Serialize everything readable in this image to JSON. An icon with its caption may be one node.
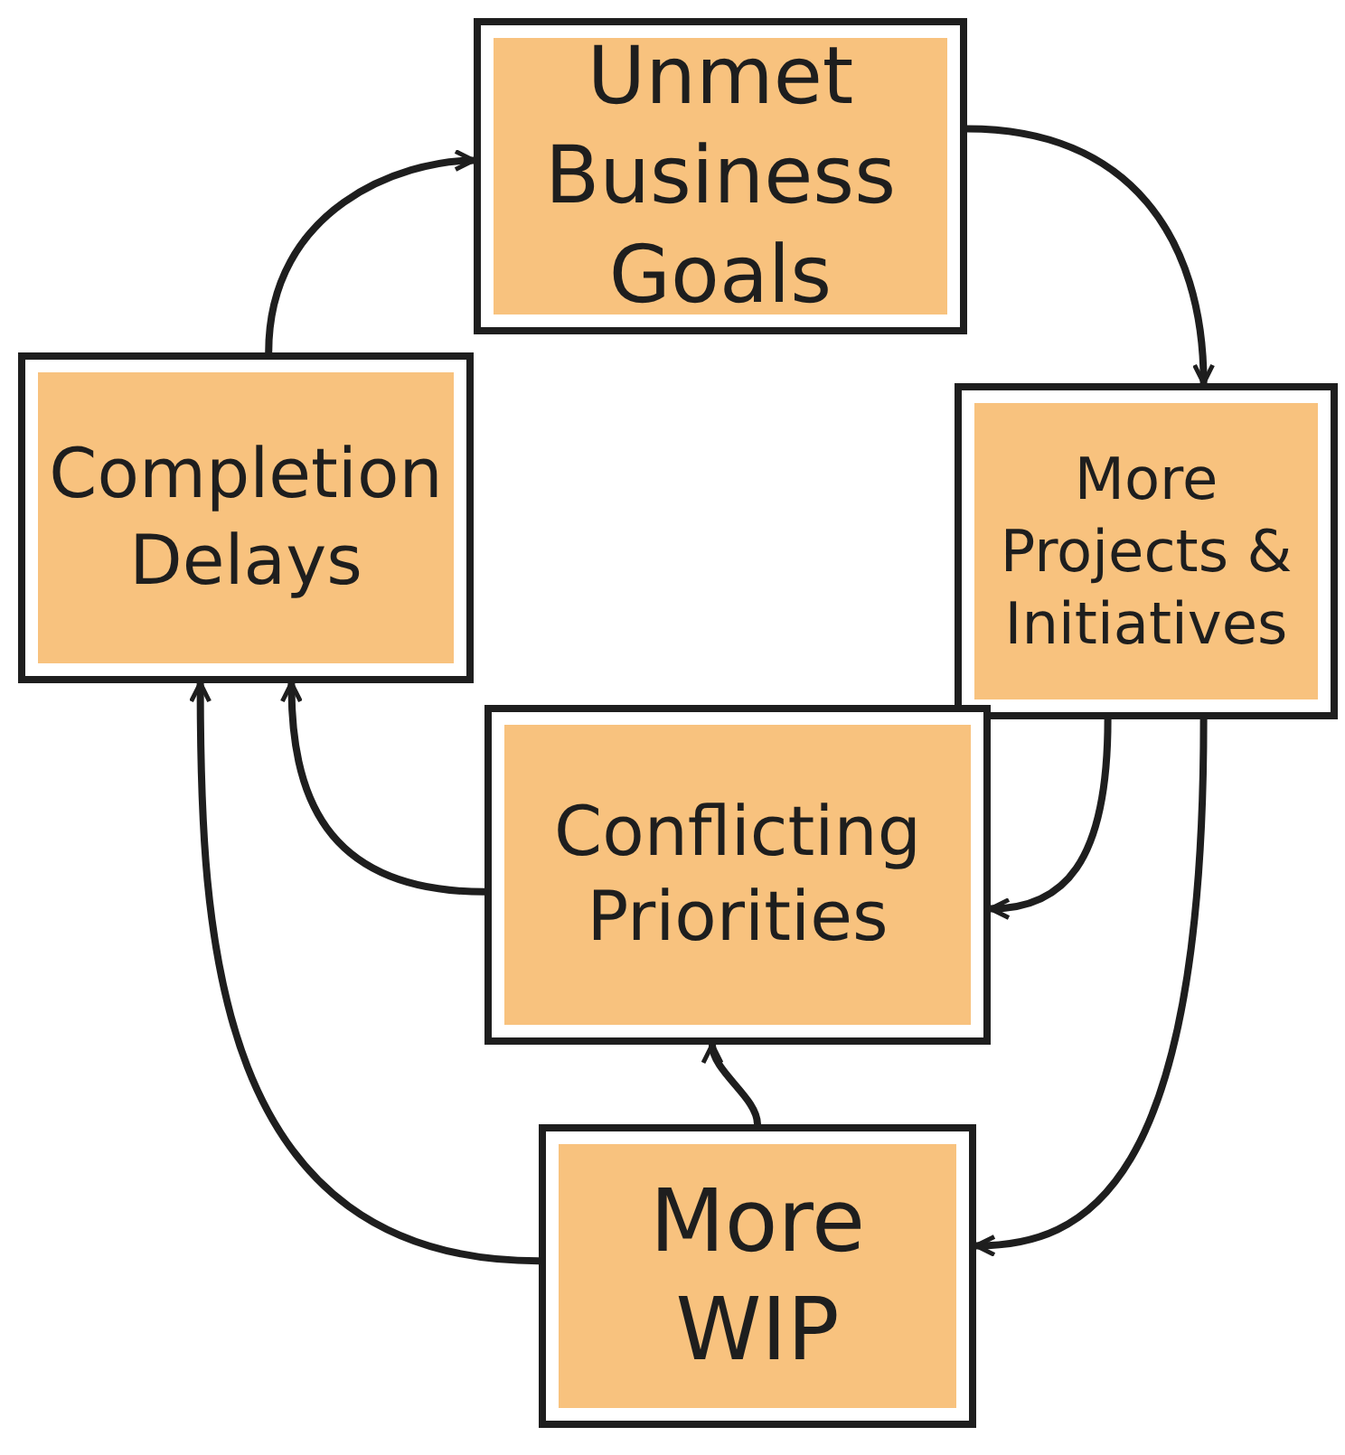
{
  "diagram": {
    "nodes": [
      {
        "text": [
          "Unmet Business Goals"
        ]
      },
      {
        "text": [
          "More Projects & Initiatives"
        ]
      },
      {
        "text": [
          "Completion Delays"
        ]
      },
      {
        "text": [
          "Conflicting Priorities"
        ]
      },
      {
        "text": [
          "More WIP"
        ]
      }
    ],
    "edges": [
      {
        "from": 0,
        "to": 1,
        "arrow": "to"
      },
      {
        "from": 2,
        "to": 0,
        "arrow": "to"
      },
      {
        "from": 1,
        "to": 3,
        "arrow": "to"
      },
      {
        "from": 1,
        "to": 4,
        "arrow": "to"
      },
      {
        "from": 4,
        "to": 3,
        "arrow": "to"
      },
      {
        "from": 3,
        "to": 2,
        "arrow": "to"
      },
      {
        "from": 4,
        "to": 2,
        "arrow": "to"
      }
    ]
  }
}
